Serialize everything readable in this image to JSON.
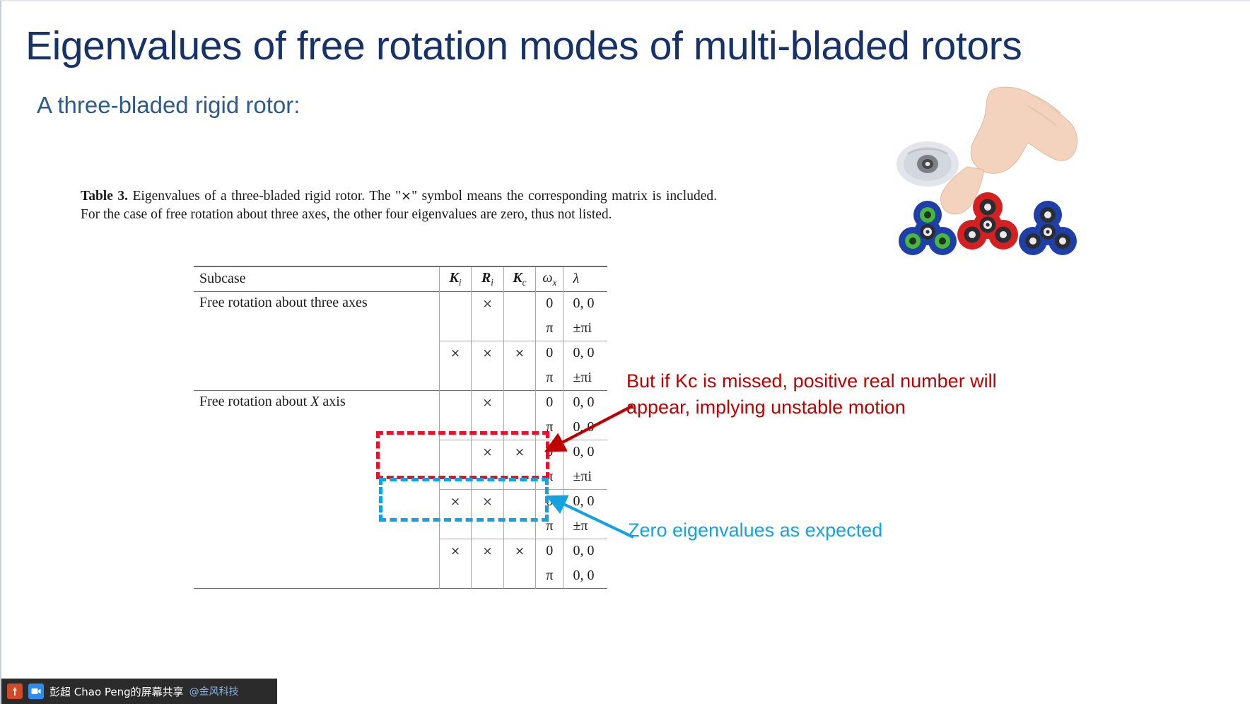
{
  "slide": {
    "title": "Eigenvalues of free rotation modes of multi-bladed rotors",
    "subtitle": "A three-bladed rigid rotor:",
    "title_color": "#173269",
    "subtitle_color": "#2e5b8a"
  },
  "caption": {
    "label": "Table 3.",
    "text_a": "Eigenvalues of a three-bladed rigid rotor. The \"",
    "symbol": "×",
    "text_b": "\" symbol means the corresponding matrix is included. For the case of free rotation about three axes, the other four eigenvalues are zero, thus not listed."
  },
  "table": {
    "headers": {
      "subcase": "Subcase",
      "ki": "K",
      "ki_sub": "i",
      "ri": "R",
      "ri_sub": "i",
      "kc": "K",
      "kc_sub": "c",
      "omega": "ω",
      "omega_sub": "x",
      "lambda": "λ"
    },
    "mark": "×",
    "groups": [
      {
        "label": "Free rotation about three axes",
        "blocks": [
          {
            "ki": "",
            "ri": "×",
            "kc": "",
            "rows": [
              {
                "omega": "0",
                "lambda": "0, 0"
              },
              {
                "omega": "π",
                "lambda": "±πi"
              }
            ]
          },
          {
            "ki": "×",
            "ri": "×",
            "kc": "×",
            "rows": [
              {
                "omega": "0",
                "lambda": "0, 0"
              },
              {
                "omega": "π",
                "lambda": "±πi"
              }
            ]
          }
        ]
      },
      {
        "label": "Free rotation about X axis",
        "label_plain": "Free rotation about",
        "label_math": "X",
        "label_tail": "axis",
        "blocks": [
          {
            "ki": "",
            "ri": "×",
            "kc": "",
            "rows": [
              {
                "omega": "0",
                "lambda": "0, 0"
              },
              {
                "omega": "π",
                "lambda": "0, 0"
              }
            ]
          },
          {
            "ki": "",
            "ri": "×",
            "kc": "×",
            "rows": [
              {
                "omega": "0",
                "lambda": "0, 0"
              },
              {
                "omega": "π",
                "lambda": "±πi"
              }
            ]
          },
          {
            "ki": "×",
            "ri": "×",
            "kc": "",
            "highlight": "red",
            "rows": [
              {
                "omega": "0",
                "lambda": "0, 0"
              },
              {
                "omega": "π",
                "lambda": "±π"
              }
            ]
          },
          {
            "ki": "×",
            "ri": "×",
            "kc": "×",
            "highlight": "blue",
            "rows": [
              {
                "omega": "0",
                "lambda": "0, 0"
              },
              {
                "omega": "π",
                "lambda": "0, 0"
              }
            ]
          }
        ]
      }
    ]
  },
  "annotations": {
    "red": {
      "text": "But if Kc is missed, positive real number will appear, implying unstable motion",
      "color": "#c00000"
    },
    "blue": {
      "text": "Zero eigenvalues as expected",
      "color": "#13a3e0"
    }
  },
  "taskbar": {
    "share_label": "彭超 Chao Peng的屏幕共享",
    "org_label": "@金风科技",
    "bg": "#2b2b2b"
  }
}
